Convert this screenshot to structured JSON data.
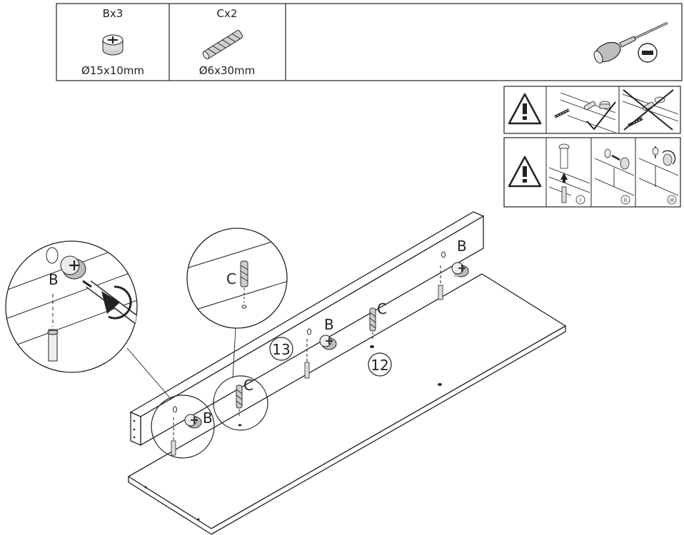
{
  "parts": [
    {
      "qty": "Bx3",
      "size": "Ø15x10mm",
      "icon": "cam-lock-icon"
    },
    {
      "qty": "Cx2",
      "size": "Ø6x30mm",
      "icon": "wooden-dowel-icon"
    }
  ],
  "tool": {
    "icon": "flathead-screwdriver-icon"
  },
  "labels": {
    "b": "B",
    "c": "C"
  },
  "steps": {
    "step_a": "13",
    "step_b": "12"
  },
  "roman": [
    "I",
    "II",
    "III"
  ]
}
